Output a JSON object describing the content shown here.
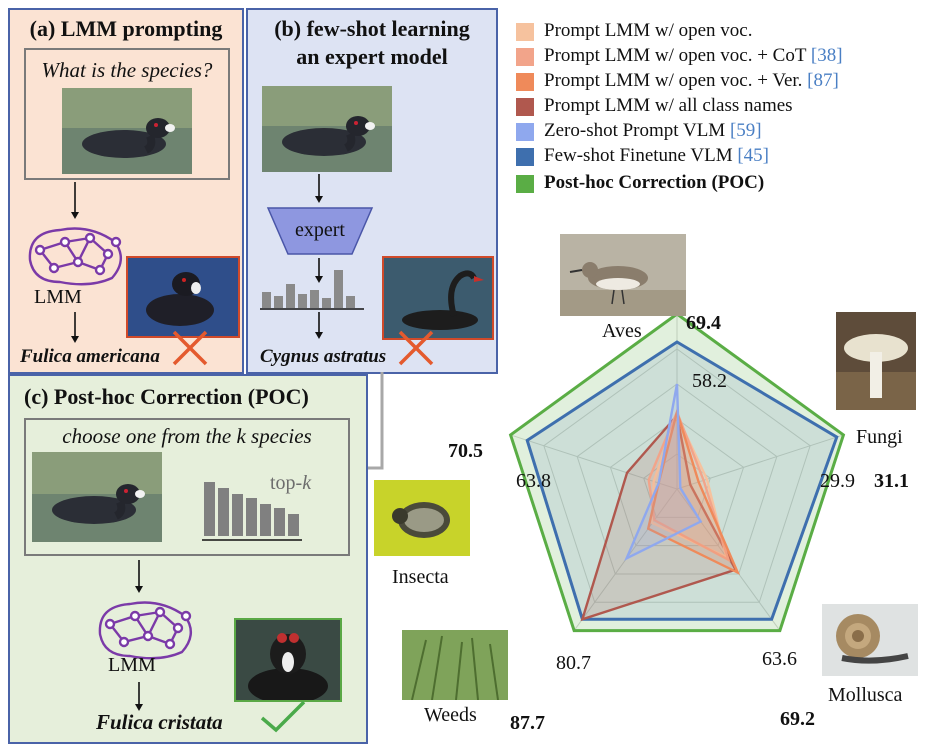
{
  "panels": {
    "a": {
      "title": "(a) LMM prompting",
      "question": "What is the species?",
      "model_label": "LMM",
      "prediction": "Fulica americana"
    },
    "b": {
      "title_line1": "(b) few-shot learning",
      "title_line2": "an expert model",
      "expert_label": "expert",
      "prediction": "Cygnus astratus"
    },
    "c": {
      "title": "(c) Post-hoc Correction (POC)",
      "instruction": "choose one from the k species",
      "topk_label": "top-",
      "topk_var": "k",
      "model_label": "LMM",
      "prediction": "Fulica cristata"
    }
  },
  "legend": [
    {
      "label": "Prompt LMM w/ open voc.",
      "cite": "",
      "color": "#f6c29e",
      "bold": false
    },
    {
      "label": "Prompt LMM w/ open voc. + CoT ",
      "cite": "[38]",
      "color": "#f2a48a",
      "bold": false
    },
    {
      "label": "Prompt LMM w/ open voc. + Ver. ",
      "cite": "[87]",
      "color": "#ef8a5a",
      "bold": false
    },
    {
      "label": "Prompt LMM w/ all class names",
      "cite": "",
      "color": "#b0584e",
      "bold": false
    },
    {
      "label": "Zero-shot Prompt VLM ",
      "cite": "[59]",
      "color": "#8fa8ee",
      "bold": false
    },
    {
      "label": "Few-shot Finetune VLM ",
      "cite": "[45]",
      "color": "#3e6fae",
      "bold": false
    },
    {
      "label": "Post-hoc Correction (POC)",
      "cite": "",
      "color": "#5aad45",
      "bold": true
    }
  ],
  "chart_data": {
    "type": "radar",
    "axes": [
      "Aves",
      "Fungi",
      "Mollusca",
      "Weeds",
      "Insecta"
    ],
    "max": [
      69.4,
      31.1,
      69.2,
      87.7,
      70.5
    ],
    "series": [
      {
        "name": "Prompt LMM w/ open voc.",
        "color": "#f6c29e",
        "values": [
          0.42,
          0.18,
          0.48,
          0.24,
          0.14
        ]
      },
      {
        "name": "Prompt LMM w/ open voc. + CoT [38]",
        "color": "#f2a48a",
        "values": [
          0.44,
          0.16,
          0.5,
          0.22,
          0.17
        ]
      },
      {
        "name": "Prompt LMM w/ open voc. + Ver. [87]",
        "color": "#ef8a5a",
        "values": [
          0.44,
          0.13,
          0.59,
          0.28,
          0.11
        ]
      },
      {
        "name": "Prompt LMM w/ all class names",
        "color": "#b0584e",
        "values": [
          0.42,
          0.08,
          0.57,
          0.92,
          0.3
        ]
      },
      {
        "name": "Zero-shot Prompt VLM [59]",
        "color": "#8fa8ee",
        "values": [
          0.6,
          0.02,
          0.23,
          0.49,
          0.11
        ]
      },
      {
        "name": "Few-shot Finetune VLM [45]",
        "color": "#3e6fae",
        "values": [
          0.84,
          0.96,
          0.92,
          0.92,
          0.9
        ],
        "labels": [
          "58.2",
          "29.9",
          "63.6",
          "80.7",
          "63.8"
        ]
      },
      {
        "name": "Post-hoc Correction (POC)",
        "color": "#5aad45",
        "values": [
          1,
          1,
          1,
          1,
          1
        ],
        "labels": [
          "69.4",
          "31.1",
          "69.2",
          "87.7",
          "70.5"
        ]
      }
    ]
  }
}
